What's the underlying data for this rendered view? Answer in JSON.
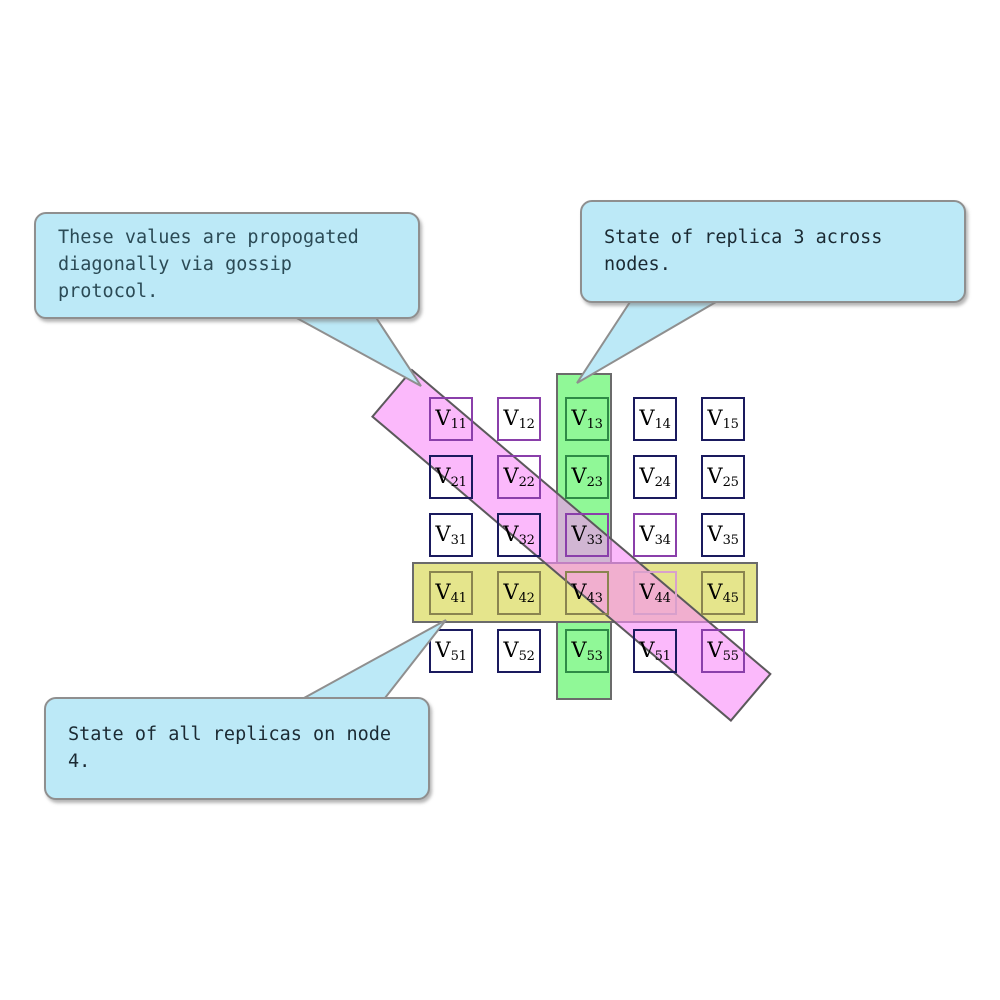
{
  "diagram": {
    "title": "Replica state grid with gossip propagation",
    "colors": {
      "callout_fill": "#bce9f7",
      "callout_border": "#8f8f8f",
      "band_green": "#90f897",
      "band_yellow": "#e5e58c",
      "band_pink": "#f9b4f9",
      "band_border": "#6b6b6b",
      "cell_border": "#1a1a5e",
      "cell_border_green": "#2e8b46",
      "cell_border_purple": "#8a3faa",
      "cell_border_olive": "#8a8450"
    },
    "grid": {
      "rows": 5,
      "cols": 5,
      "cells": [
        [
          {
            "label": "V",
            "sub": "11",
            "highlight": "purple"
          },
          {
            "label": "V",
            "sub": "12",
            "highlight": "purple"
          },
          {
            "label": "V",
            "sub": "13",
            "highlight": "green"
          },
          {
            "label": "V",
            "sub": "14",
            "highlight": "none"
          },
          {
            "label": "V",
            "sub": "15",
            "highlight": "none"
          }
        ],
        [
          {
            "label": "V",
            "sub": "21",
            "highlight": "none"
          },
          {
            "label": "V",
            "sub": "22",
            "highlight": "purple"
          },
          {
            "label": "V",
            "sub": "23",
            "highlight": "green"
          },
          {
            "label": "V",
            "sub": "24",
            "highlight": "none"
          },
          {
            "label": "V",
            "sub": "25",
            "highlight": "none"
          }
        ],
        [
          {
            "label": "V",
            "sub": "31",
            "highlight": "none"
          },
          {
            "label": "V",
            "sub": "32",
            "highlight": "none"
          },
          {
            "label": "V",
            "sub": "33",
            "highlight": "purple"
          },
          {
            "label": "V",
            "sub": "34",
            "highlight": "purple"
          },
          {
            "label": "V",
            "sub": "35",
            "highlight": "none"
          }
        ],
        [
          {
            "label": "V",
            "sub": "41",
            "highlight": "olive"
          },
          {
            "label": "V",
            "sub": "42",
            "highlight": "olive"
          },
          {
            "label": "V",
            "sub": "43",
            "highlight": "olive"
          },
          {
            "label": "V",
            "sub": "44",
            "highlight": "pinkcell"
          },
          {
            "label": "V",
            "sub": "45",
            "highlight": "olive"
          }
        ],
        [
          {
            "label": "V",
            "sub": "51",
            "highlight": "none"
          },
          {
            "label": "V",
            "sub": "52",
            "highlight": "none"
          },
          {
            "label": "V",
            "sub": "53",
            "highlight": "green"
          },
          {
            "label": "V",
            "sub": "51",
            "highlight": "none"
          },
          {
            "label": "V",
            "sub": "55",
            "highlight": "purple"
          }
        ]
      ]
    },
    "bands": [
      {
        "name": "replica-3-column",
        "orientation": "vertical",
        "color": "#90f897"
      },
      {
        "name": "node-4-row",
        "orientation": "horizontal",
        "color": "#e5e58c"
      },
      {
        "name": "gossip-diagonal",
        "orientation": "diagonal",
        "color": "#f9b4f9"
      }
    ],
    "callouts": [
      {
        "name": "gossip-note",
        "text": "These values are propogated\ndiagonally via gossip protocol."
      },
      {
        "name": "replica-3-note",
        "text": "State of replica 3 across nodes."
      },
      {
        "name": "node-4-note",
        "text": "State of all replicas on node 4."
      }
    ]
  }
}
